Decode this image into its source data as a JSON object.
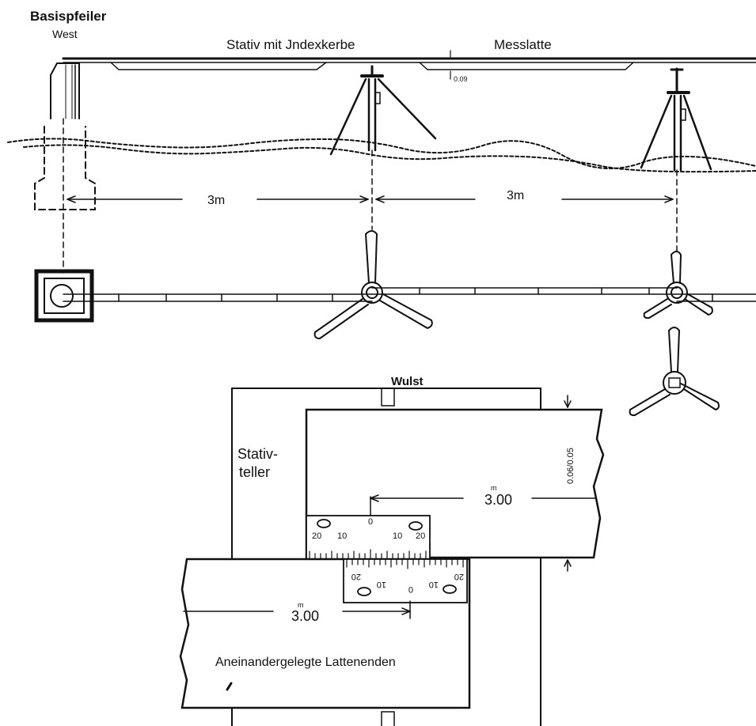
{
  "labels": {
    "base_pillar_line1": "Basispfeiler",
    "base_pillar_line2": "West",
    "tripod": "Stativ mit Jndexkerbe",
    "rod": "Messlatte",
    "small_gap": "0.09",
    "dist_left": "3m",
    "dist_right": "3m",
    "bead": "Wulst",
    "plate_line1": "Stativ-",
    "plate_line2": "teller",
    "tolerance": "0.06/0.05",
    "rod_length_upper": "3.00",
    "rod_length_upper_unit": "m",
    "rod_length_lower": "3.00",
    "rod_length_lower_unit": "m",
    "rod_ends": "Aneinandergelegte Lattenenden"
  },
  "scale_upper": [
    "20",
    "10",
    "0",
    "10",
    "20"
  ],
  "scale_lower": [
    "20",
    "10",
    "0",
    "10",
    "20"
  ]
}
